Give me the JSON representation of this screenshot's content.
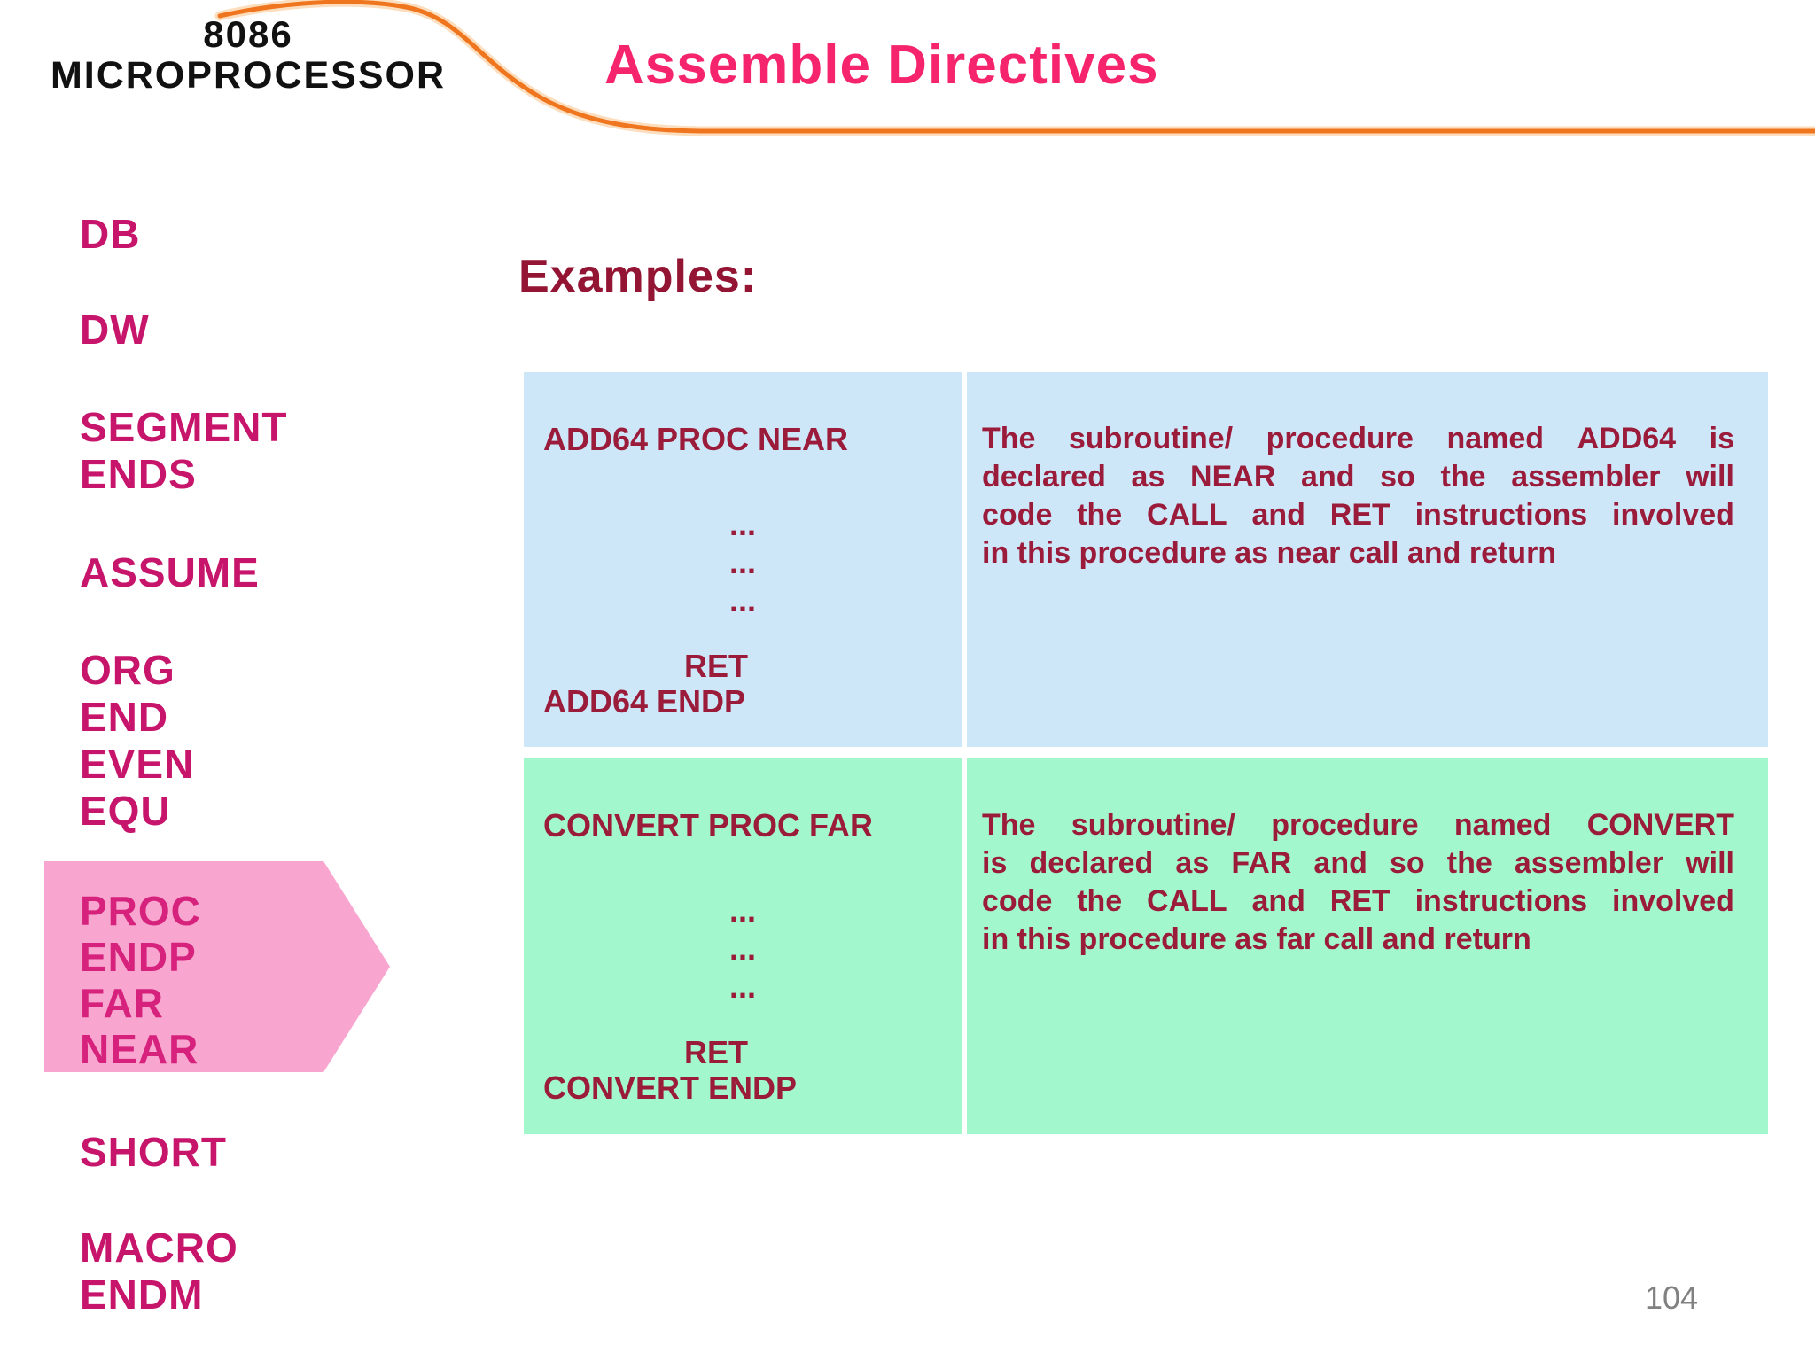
{
  "header": {
    "logo_line1": "8086",
    "logo_line2": "MICROPROCESSOR",
    "title": "Assemble Directives"
  },
  "sidebar": {
    "items": [
      {
        "label": "DB"
      },
      {
        "label": "DW"
      },
      {
        "label": "SEGMENT"
      },
      {
        "label": "ENDS"
      },
      {
        "label": "ASSUME"
      },
      {
        "label": "ORG"
      },
      {
        "label": "END"
      },
      {
        "label": "EVEN"
      },
      {
        "label": "EQU"
      },
      {
        "label": "SHORT"
      },
      {
        "label": "MACRO"
      },
      {
        "label": "ENDM"
      }
    ],
    "arrow_items": [
      {
        "label": "PROC"
      },
      {
        "label": "ENDP"
      },
      {
        "label": "FAR"
      },
      {
        "label": "NEAR"
      }
    ]
  },
  "main": {
    "examples_heading": "Examples:",
    "examples": [
      {
        "code": {
          "line1": "ADD64 PROC NEAR",
          "dots": [
            "...",
            "...",
            "..."
          ],
          "ret": "RET",
          "line_end": "ADD64 ENDP"
        },
        "description_lines": [
          "The subroutine/ procedure named ADD64 is",
          "declared as NEAR and so the assembler will",
          "code the CALL and RET instructions involved",
          "in this procedure as near call and return"
        ]
      },
      {
        "code": {
          "line1": "CONVERT PROC FAR",
          "dots": [
            "...",
            "...",
            "..."
          ],
          "ret": "RET",
          "line_end": "CONVERT ENDP"
        },
        "description_lines": [
          "The subroutine/ procedure named CONVERT",
          "is declared as FAR and so the assembler will",
          "code the CALL and RET instructions involved",
          "in this procedure as far call and return"
        ]
      }
    ]
  },
  "footer": {
    "page_number": "104"
  },
  "colors": {
    "title_pink": "#F5246D",
    "sidebar_magenta": "#C6156B",
    "arrow_fill_pink": "#F8A6CF",
    "arrow_text_pink": "#D6217D",
    "heading_maroon": "#931433",
    "card_text_maroon": "#9B1B3A",
    "card_blue_bg": "#CDE7F8",
    "card_green_bg": "#A2F7CC",
    "swoosh_orange": "#EF761E",
    "page_number_gray": "#818181"
  }
}
